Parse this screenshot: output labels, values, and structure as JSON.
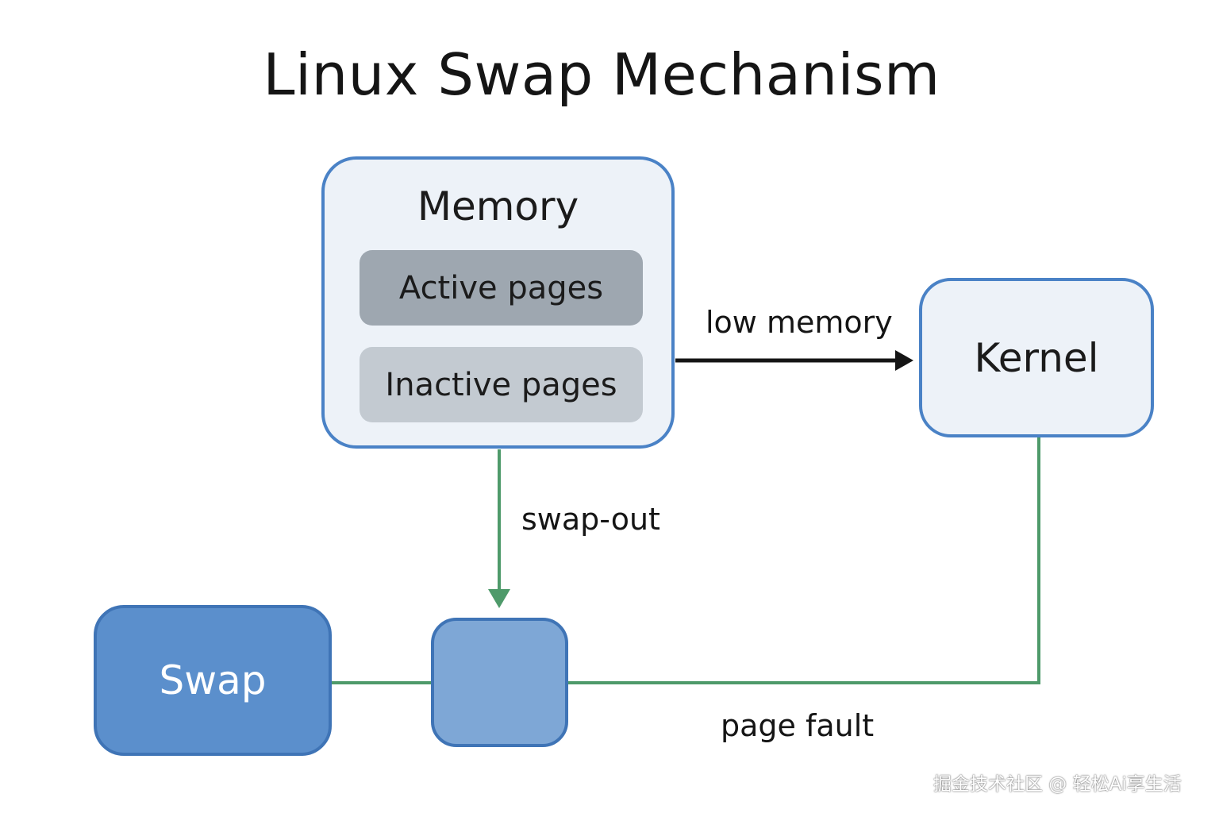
{
  "title": "Linux Swap Mechanism",
  "nodes": {
    "memory": {
      "label": "Memory",
      "active_pages": "Active pages",
      "inactive_pages": "Inactive pages"
    },
    "kernel": {
      "label": "Kernel"
    },
    "swap": {
      "label": "Swap"
    }
  },
  "edges": {
    "low_memory": "low memory",
    "swap_out": "swap-out",
    "page_fault": "page fault"
  },
  "watermark": "掘金技术社区 @ 轻松Ai享生活",
  "colors": {
    "box_border": "#4a82c6",
    "box_fill": "#edf2f8",
    "swap_fill": "#5b8fcc",
    "slot_fill": "#7ea7d6",
    "active_fill": "#9ea7b0",
    "inactive_fill": "#c3cad1",
    "green_line": "#4e9a6a",
    "black_arrow": "#151515"
  }
}
